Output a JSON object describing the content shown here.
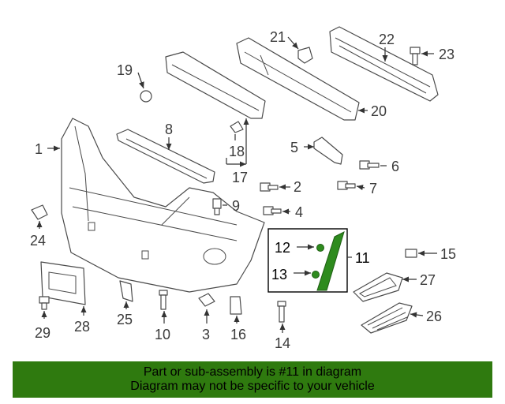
{
  "callouts": {
    "c1": "1",
    "c2": "2",
    "c3": "3",
    "c4": "4",
    "c5": "5",
    "c6": "6",
    "c7": "7",
    "c8": "8",
    "c9": "9",
    "c10": "10",
    "c11": "11",
    "c12": "12",
    "c13": "13",
    "c14": "14",
    "c15": "15",
    "c16": "16",
    "c17": "17",
    "c18": "18",
    "c19": "19",
    "c20": "20",
    "c21": "21",
    "c22": "22",
    "c23": "23",
    "c24": "24",
    "c25": "25",
    "c26": "26",
    "c27": "27",
    "c28": "28",
    "c29": "29"
  },
  "banner": {
    "line1": "Part or sub-assembly is #11 in diagram",
    "line2": "Diagram may not be specific to your vehicle"
  },
  "colors": {
    "banner_bg": "#2f7a0f",
    "highlight_part": "#2e8b1e",
    "line_art": "#4a4a4a"
  }
}
